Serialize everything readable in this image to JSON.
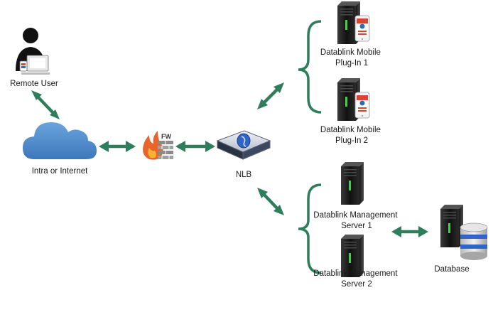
{
  "colors": {
    "arrow": "#2e7d5b",
    "brace": "#2e7d5b",
    "cloud": "#4a86c8",
    "server": "#1e1e1e",
    "server_led": "#3fd13f",
    "firewall": "#e8662c"
  },
  "nodes": {
    "remote_user": {
      "label": "Remote User"
    },
    "cloud": {
      "label": "Intra or Internet"
    },
    "firewall": {
      "label": "FW"
    },
    "nlb": {
      "label": "NLB"
    },
    "mobile_plugin_1": {
      "label_line1": "Datablink Mobile",
      "label_line2": "Plug-In 1"
    },
    "mobile_plugin_2": {
      "label_line1": "Datablink Mobile",
      "label_line2": "Plug-In 2"
    },
    "mgmt_server_1": {
      "label_line1": "Datablink Management",
      "label_line2": "Server 1"
    },
    "mgmt_server_2": {
      "label_line1": "Datablink Management",
      "label_line2": "Server 2"
    },
    "database": {
      "label": "Database"
    }
  },
  "icons": {
    "remote_user": "user-laptop-icon",
    "cloud": "cloud-icon",
    "firewall": "firewall-icon",
    "nlb": "load-balancer-icon",
    "server": "server-tower-icon",
    "phone": "smartphone-icon",
    "database": "database-icon"
  }
}
